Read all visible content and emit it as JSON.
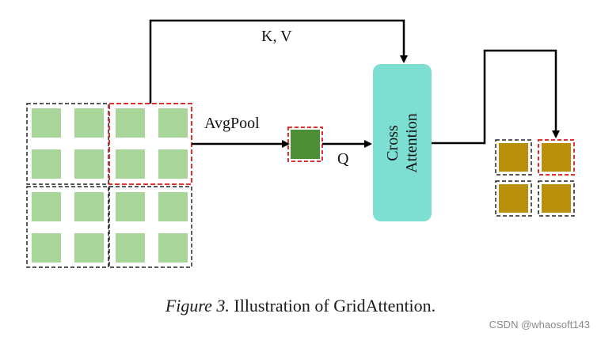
{
  "diagram": {
    "labels": {
      "kv": "K, V",
      "avgpool": "AvgPool",
      "q": "Q",
      "cross_attention_line1": "Cross",
      "cross_attention_line2": "Attention"
    },
    "colors": {
      "light_green": "#a8d59a",
      "dark_green": "#4e8e35",
      "teal": "#7ddfd2",
      "gold": "#b8900c",
      "highlight_red": "#e03030",
      "dashed_black": "#222222",
      "arrow": "#000000"
    }
  },
  "caption": {
    "figure": "Figure 3.",
    "text": " Illustration of GridAttention."
  },
  "watermark": "CSDN @whaosoft143"
}
